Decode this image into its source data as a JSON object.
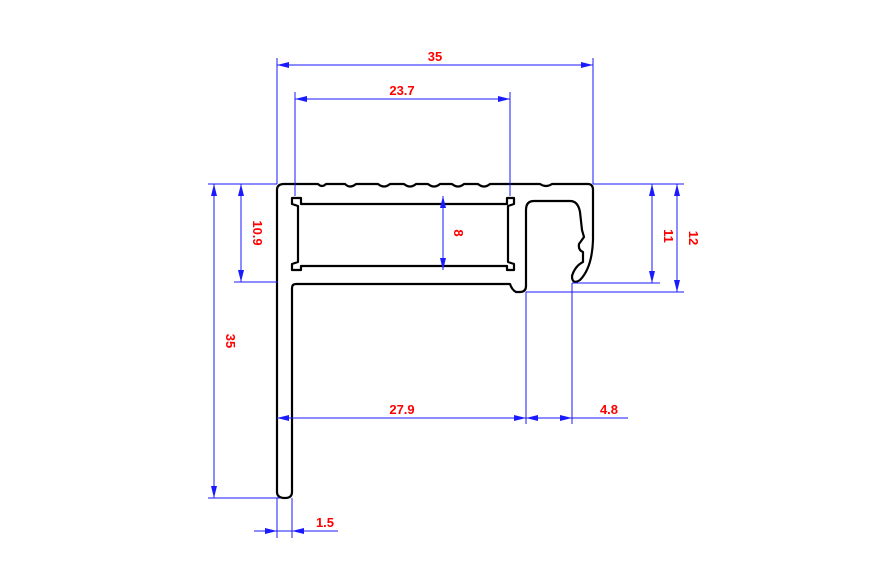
{
  "dimensions": {
    "overall_width": "35",
    "inner_channel_width": "23.7",
    "channel_outer_height": "10.9",
    "channel_inner_height": "8",
    "overall_height": "35",
    "leg_length": "27.9",
    "lip_offset": "4.8",
    "lip_height": "11",
    "head_height": "12",
    "wall_thickness": "1.5"
  },
  "colors": {
    "dimension_lines": "#1a1aff",
    "dimension_text": "#ff0000",
    "profile_outline": "#000000",
    "background": "#ffffff"
  }
}
